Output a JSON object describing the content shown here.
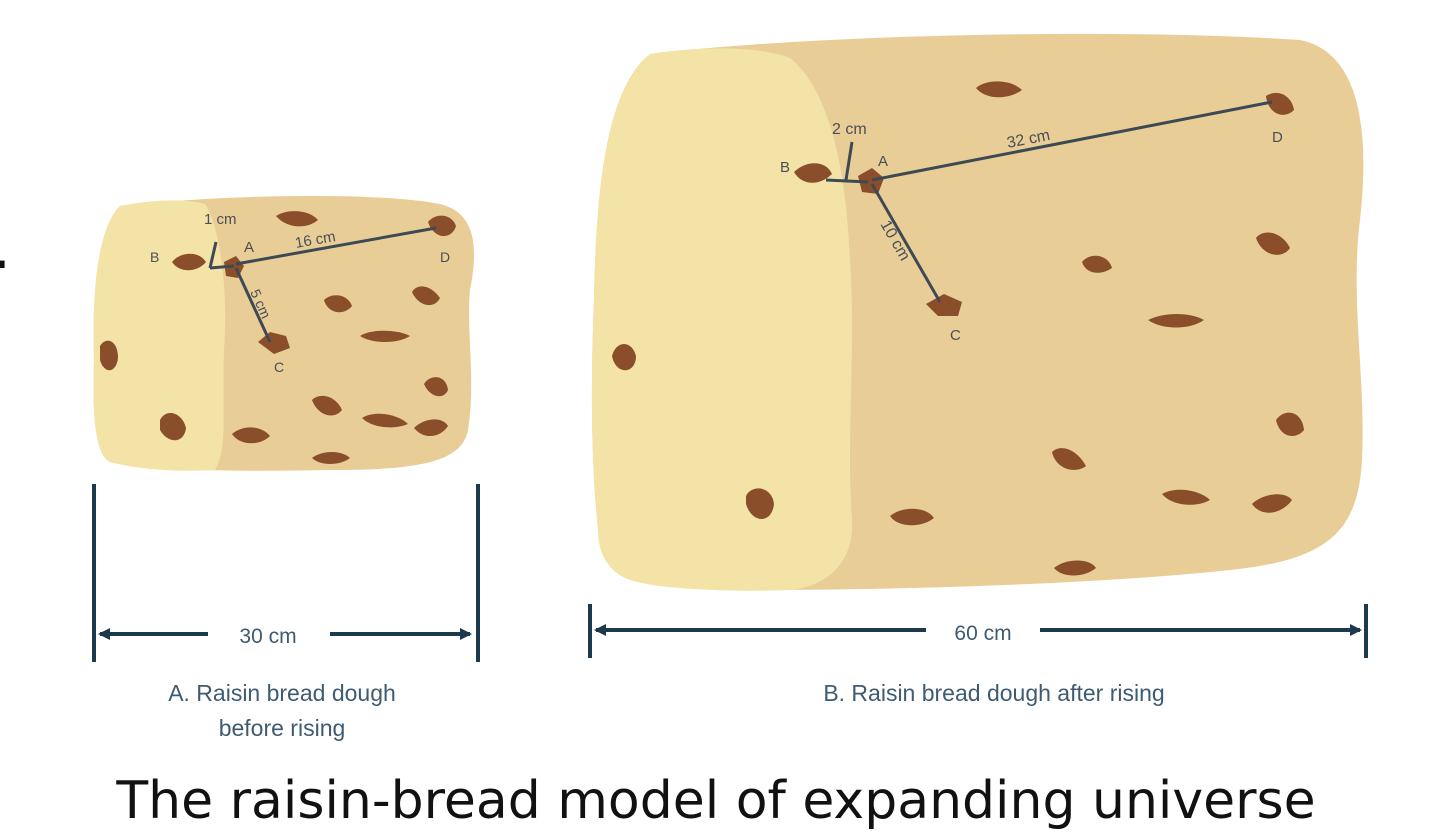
{
  "fragment": ".",
  "dough_a": {
    "labels": {
      "a": "A",
      "b": "B",
      "c": "C",
      "d": "D"
    },
    "dist_ab": "1 cm",
    "dist_ad": "16 cm",
    "dist_ac": "5 cm",
    "width": "30 cm",
    "caption_line1": "A. Raisin bread dough",
    "caption_line2": "before rising"
  },
  "dough_b": {
    "labels": {
      "a": "A",
      "b": "B",
      "c": "C",
      "d": "D"
    },
    "dist_ab": "2 cm",
    "dist_ad": "32 cm",
    "dist_ac": "10 cm",
    "width": "60 cm",
    "caption": "B. Raisin bread dough after rising"
  },
  "title": "The raisin-bread model of expanding universe",
  "colors": {
    "dough_side": "#e9cd96",
    "dough_face": "#f3e3a6",
    "raisin": "#8a4e2b",
    "line": "#3d4a54",
    "arrow": "#1b3a4e"
  }
}
